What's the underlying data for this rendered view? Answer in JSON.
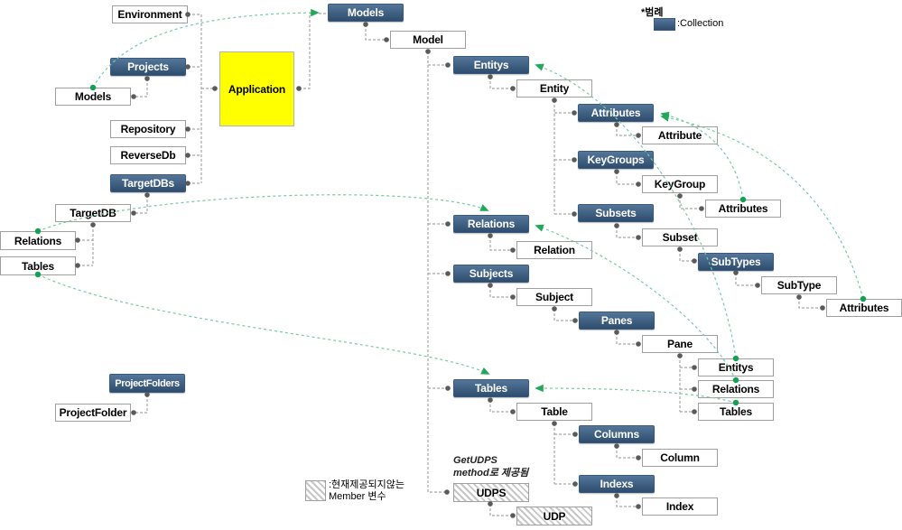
{
  "legend": {
    "title": "*범례",
    "collection_label": ":Collection",
    "not_provided_line1": ":현재제공되지않는",
    "not_provided_line2": "Member 변수"
  },
  "annotation": {
    "line1": "GetUDPS",
    "line2": "method로 제공됨"
  },
  "colors": {
    "collection_top": "#547699",
    "collection_bottom": "#2e4d6e",
    "application_fill": "#ffff00",
    "connector_line": "#a8a8a8",
    "connector_dot": "#5a5a5a",
    "reference_line": "#76cb9e",
    "reference_dot": "#12a152",
    "reference_arrow": "#21a858"
  },
  "nodes": {
    "environment": "Environment",
    "models_root": "Models",
    "model": "Model",
    "projects": "Projects",
    "models_left": "Models",
    "application": "Application",
    "repository": "Repository",
    "reversedb": "ReverseDb",
    "targetdbs": "TargetDBs",
    "targetdb": "TargetDB",
    "relations_left": "Relations",
    "tables_left": "Tables",
    "entitys": "Entitys",
    "entity": "Entity",
    "attributes": "Attributes",
    "attribute": "Attribute",
    "keygroups": "KeyGroups",
    "keygroup": "KeyGroup",
    "attributes_keygroup": "Attributes",
    "subsets": "Subsets",
    "subset": "Subset",
    "subtypes": "SubTypes",
    "subtype": "SubType",
    "attributes_subtype": "Attributes",
    "relations": "Relations",
    "relation": "Relation",
    "subjects": "Subjects",
    "subject": "Subject",
    "panes": "Panes",
    "pane": "Pane",
    "entitys_ref": "Entitys",
    "relations_ref": "Relations",
    "tables_ref": "Tables",
    "tables": "Tables",
    "table": "Table",
    "columns": "Columns",
    "column": "Column",
    "indexs": "Indexs",
    "index": "Index",
    "projectfolders": "ProjectFolders",
    "projectfolder": "ProjectFolder",
    "udps": "UDPS",
    "udp": "UDP"
  }
}
